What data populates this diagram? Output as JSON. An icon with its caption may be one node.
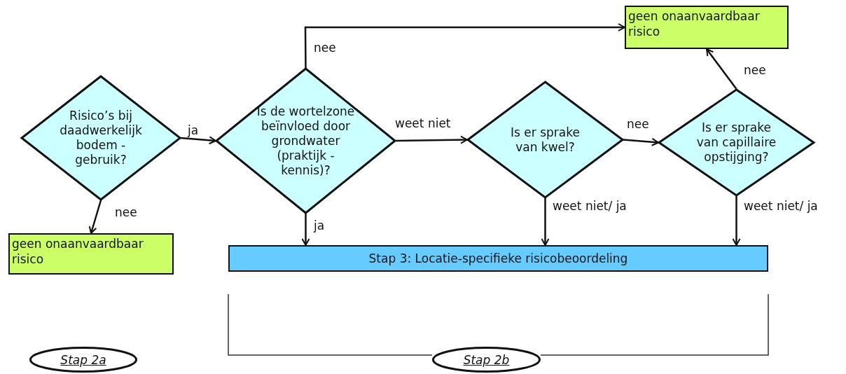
{
  "diagram": {
    "nodes": [
      {
        "text": [
          "Risico’s bij daadwerkelijk bodem -gebruik?"
        ]
      },
      {
        "text": [
          "geen onaanvaardbaar risico"
        ]
      },
      {
        "text": [
          "Is de wortelzone beïnvloed door grondwater (praktijk -kennis)?"
        ]
      },
      {
        "text": [
          "geen onaanvaardbaar risico"
        ]
      },
      {
        "text": [
          "Is er sprake van kwel?"
        ]
      },
      {
        "text": [
          "Is er sprake van capillaire opstijging?"
        ]
      },
      {
        "text": [
          "Stap 3: Locatie-specifieke risicobeoordeling"
        ]
      },
      {
        "text": [
          "Stap 2a"
        ]
      },
      {
        "text": [
          "Stap 2b"
        ]
      }
    ],
    "edges": [
      {
        "from": 0,
        "to": 2,
        "arrow": "to",
        "label": "ja"
      },
      {
        "from": 0,
        "to": 1,
        "arrow": "to",
        "label": "nee"
      },
      {
        "from": 2,
        "to": 3,
        "arrow": "to",
        "label": "nee"
      },
      {
        "from": 2,
        "to": 4,
        "arrow": "to",
        "label": "weet niet"
      },
      {
        "from": 2,
        "to": 6,
        "arrow": "to",
        "label": "ja"
      },
      {
        "from": 4,
        "to": 5,
        "arrow": "to",
        "label": "nee"
      },
      {
        "from": 4,
        "to": 6,
        "arrow": "to",
        "label": "weet niet/ ja"
      },
      {
        "from": 5,
        "to": 3,
        "arrow": "to",
        "label": "nee"
      },
      {
        "from": 5,
        "to": 6,
        "arrow": "to",
        "label": "weet niet/ ja"
      }
    ]
  }
}
